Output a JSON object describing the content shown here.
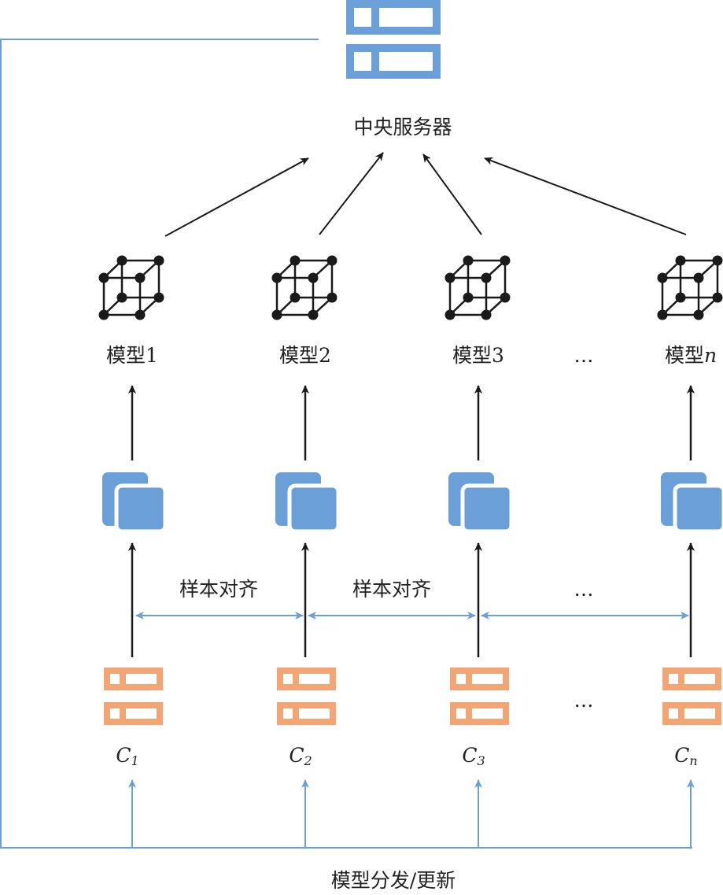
{
  "server": {
    "label": "中央服务器",
    "icon": "server-icon",
    "color": "#6a9fd8"
  },
  "models": [
    {
      "label": "模型",
      "index": "1"
    },
    {
      "label": "模型",
      "index": "2"
    },
    {
      "label": "模型",
      "index": "3"
    },
    {
      "label": "模型",
      "index": "n"
    }
  ],
  "clients": [
    {
      "letter": "C",
      "sub": "1"
    },
    {
      "letter": "C",
      "sub": "2"
    },
    {
      "letter": "C",
      "sub": "3"
    },
    {
      "letter": "C",
      "sub": "n"
    }
  ],
  "alignment": {
    "labels": [
      "样本对齐",
      "样本对齐"
    ],
    "ellipsis": "…"
  },
  "ellipsis": "…",
  "bottom_label": "模型分发/更新",
  "colors": {
    "blue": "#6a9fd8",
    "orange": "#f4a574",
    "black": "#1a1a1a"
  }
}
